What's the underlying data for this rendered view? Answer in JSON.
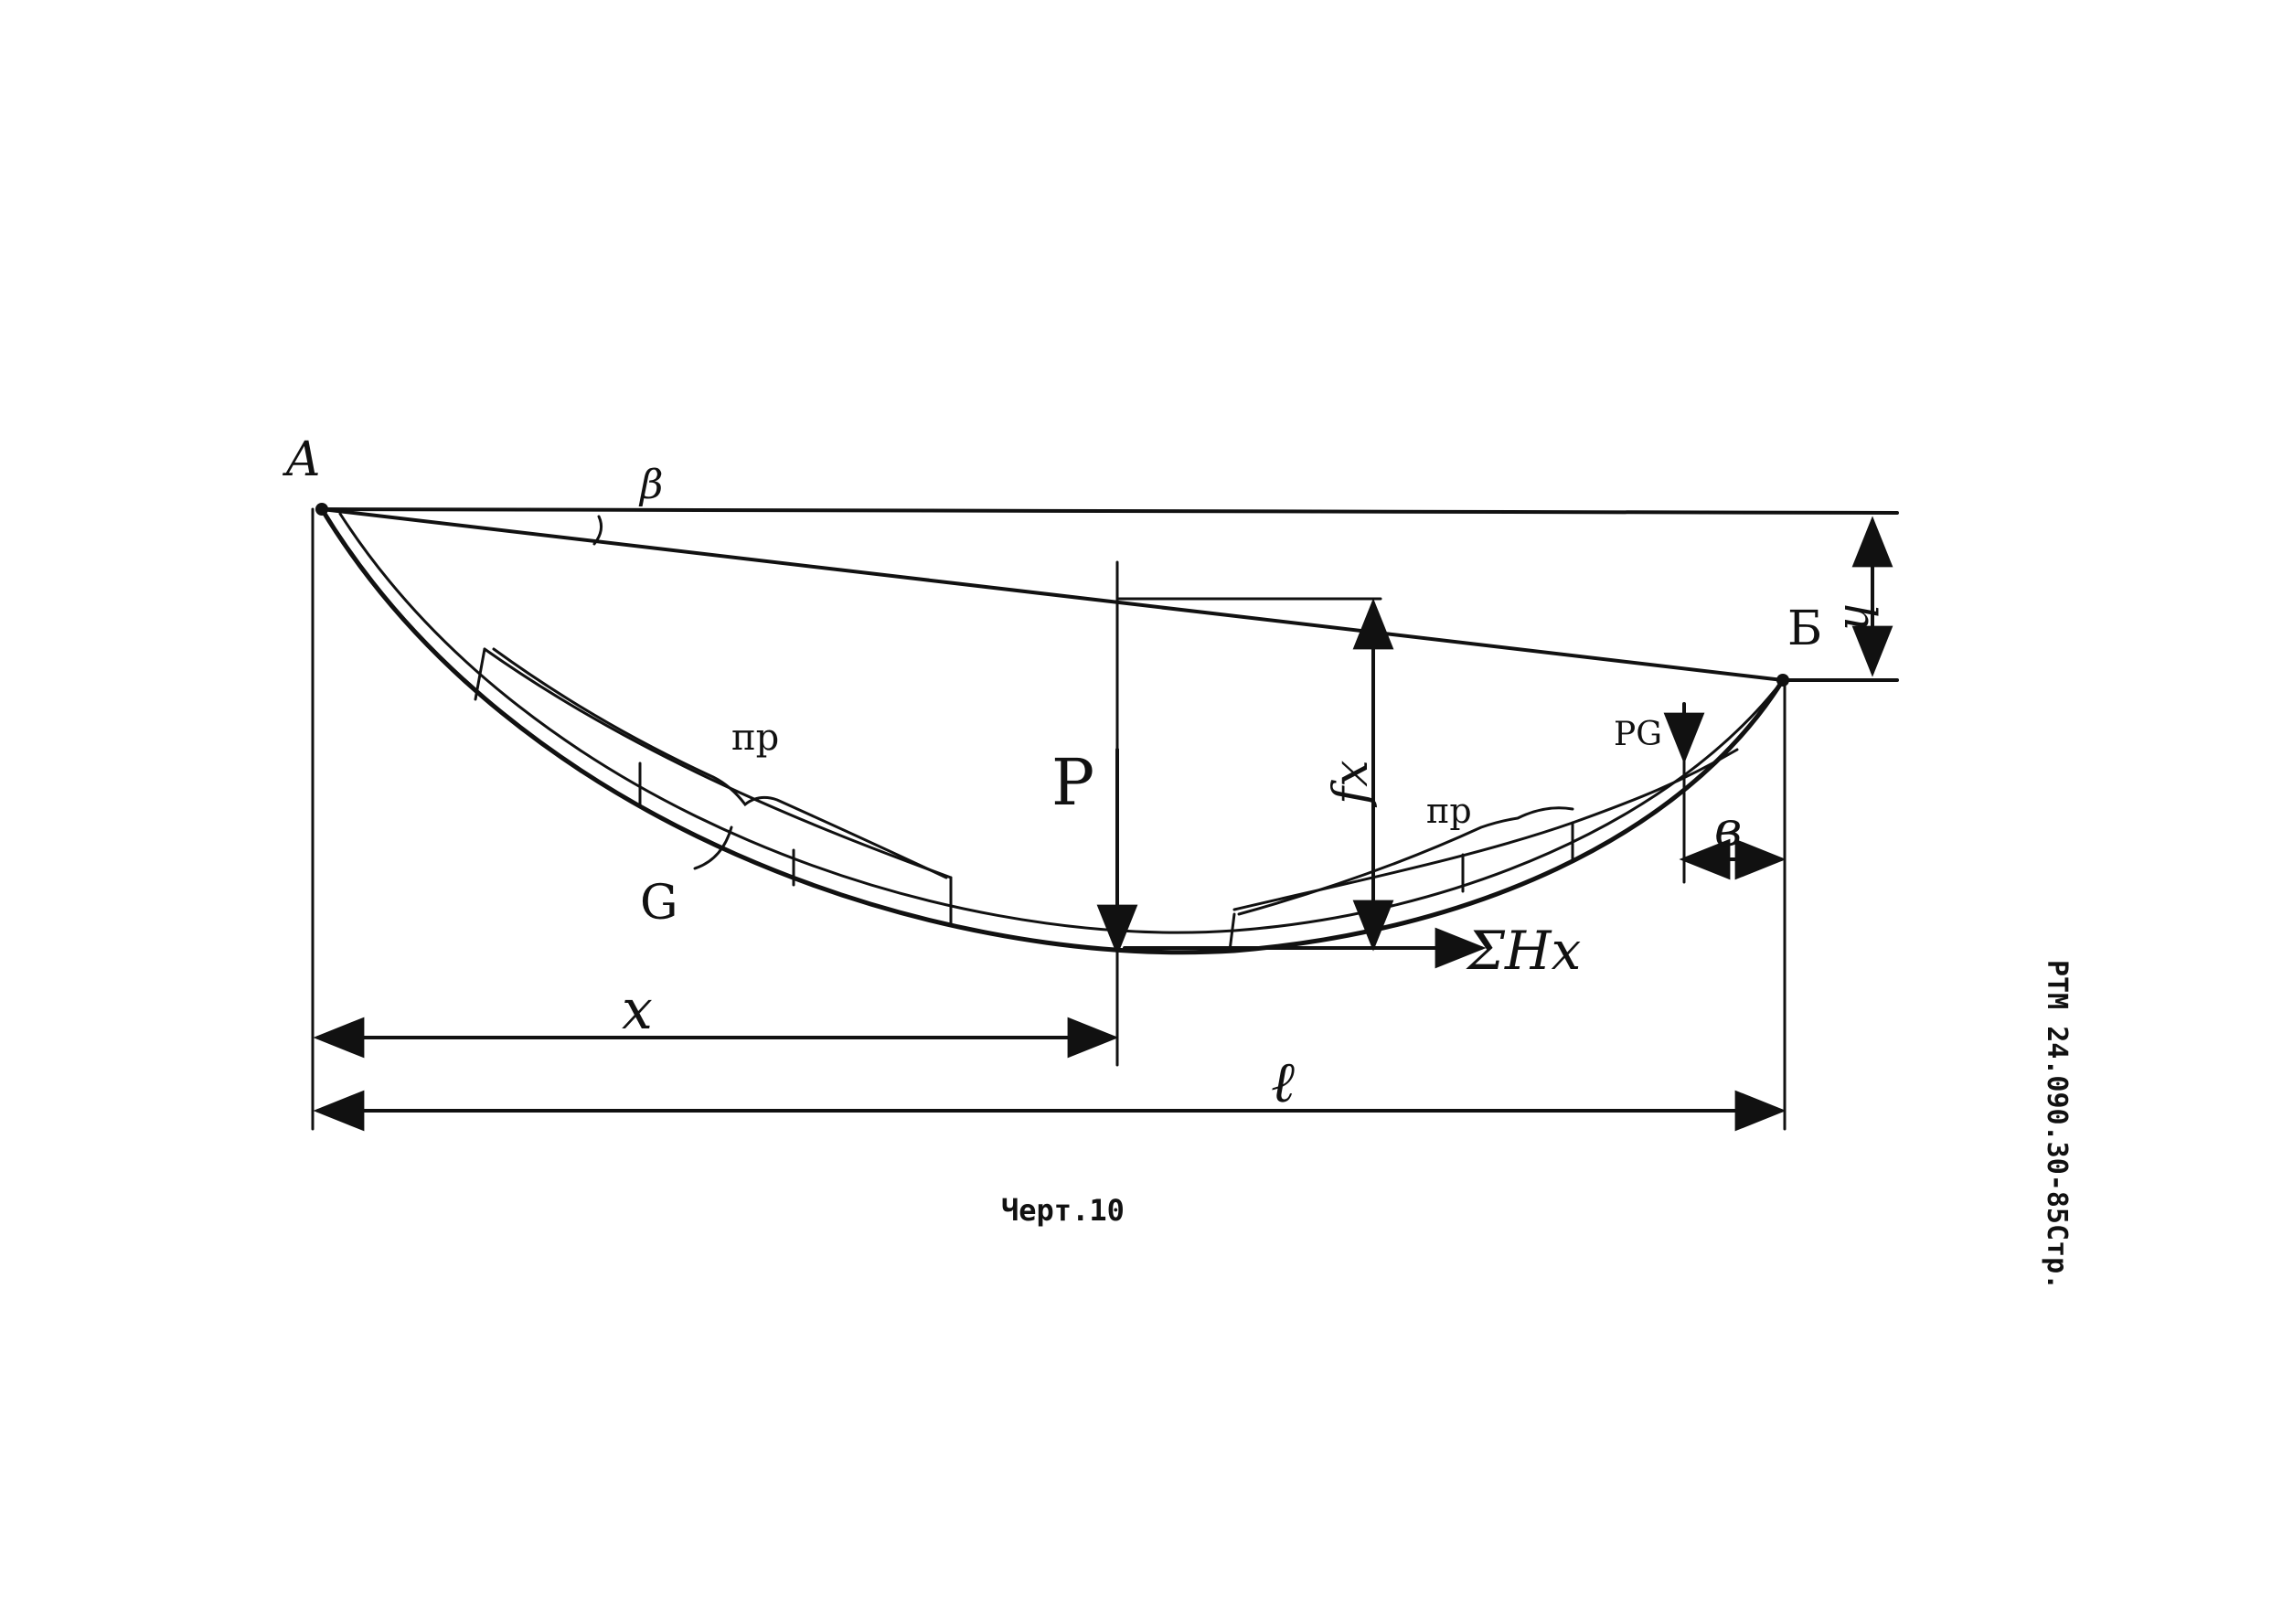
{
  "figure": {
    "caption": "Черт.10",
    "side_stamp": "РТМ 24.090.30-85Стр."
  },
  "labels": {
    "point_a": "А",
    "point_b": "Б",
    "angle": "β",
    "height": "h",
    "load": "P",
    "sag": "fx",
    "rail_upper": "пр",
    "rail_lower": "пр",
    "weight": "G",
    "end_load": "PG",
    "offset": "в",
    "position": "x",
    "span": "ℓ",
    "horizontal_force": "ΣHx"
  },
  "colors": {
    "ink": "#111111",
    "paper": "#ffffff"
  }
}
